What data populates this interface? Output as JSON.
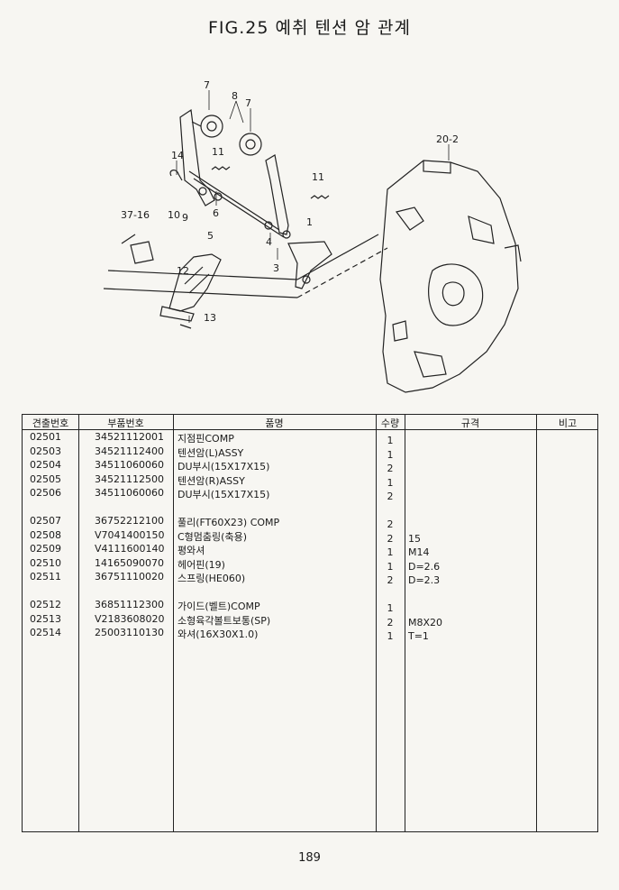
{
  "title": "FIG.25 예취 텐션 암 관계",
  "callouts": {
    "c7a": "7",
    "c8": "8",
    "c7b": "7",
    "c11a": "11",
    "c14": "14",
    "c10": "10",
    "c9": "9",
    "c6": "6",
    "c37": "37-16",
    "c5": "5",
    "c4": "4",
    "c3": "3",
    "c11b": "11",
    "c1": "1",
    "c12": "12",
    "c13": "13",
    "c20": "20-2"
  },
  "table": {
    "headers": [
      "견출번호",
      "부품번호",
      "품명",
      "수량",
      "규격",
      "비고"
    ],
    "rows": [
      {
        "no": "02501",
        "part": "34521112001",
        "name": "지점핀COMP",
        "qty": "1",
        "spec": ""
      },
      {
        "no": "02503",
        "part": "34521112400",
        "name": "텐션암(L)ASSY",
        "qty": "1",
        "spec": ""
      },
      {
        "no": "02504",
        "part": "34511060060",
        "name": "DU부시(15X17X15)",
        "qty": "2",
        "spec": ""
      },
      {
        "no": "02505",
        "part": "34521112500",
        "name": "텐션암(R)ASSY",
        "qty": "1",
        "spec": ""
      },
      {
        "no": "02506",
        "part": "34511060060",
        "name": "DU부시(15X17X15)",
        "qty": "2",
        "spec": ""
      },
      {
        "no": "02507",
        "part": "36752212100",
        "name": "풀리(FT60X23) COMP",
        "qty": "2",
        "spec": ""
      },
      {
        "no": "02508",
        "part": "V7041400150",
        "name": "C형멈춤링(축용)",
        "qty": "2",
        "spec": "15"
      },
      {
        "no": "02509",
        "part": "V4111600140",
        "name": "평와셔",
        "qty": "1",
        "spec": "M14"
      },
      {
        "no": "02510",
        "part": "14165090070",
        "name": "헤어핀(19)",
        "qty": "1",
        "spec": "D=2.6"
      },
      {
        "no": "02511",
        "part": "36751110020",
        "name": "스프링(HE060)",
        "qty": "2",
        "spec": "D=2.3"
      },
      {
        "no": "02512",
        "part": "36851112300",
        "name": "가이드(벨트)COMP",
        "qty": "1",
        "spec": ""
      },
      {
        "no": "02513",
        "part": "V2183608020",
        "name": "소형육각볼트보통(SP)",
        "qty": "2",
        "spec": "M8X20"
      },
      {
        "no": "02514",
        "part": "25003110130",
        "name": "와셔(16X30X1.0)",
        "qty": "1",
        "spec": "T=1"
      }
    ]
  },
  "page_number": "189"
}
